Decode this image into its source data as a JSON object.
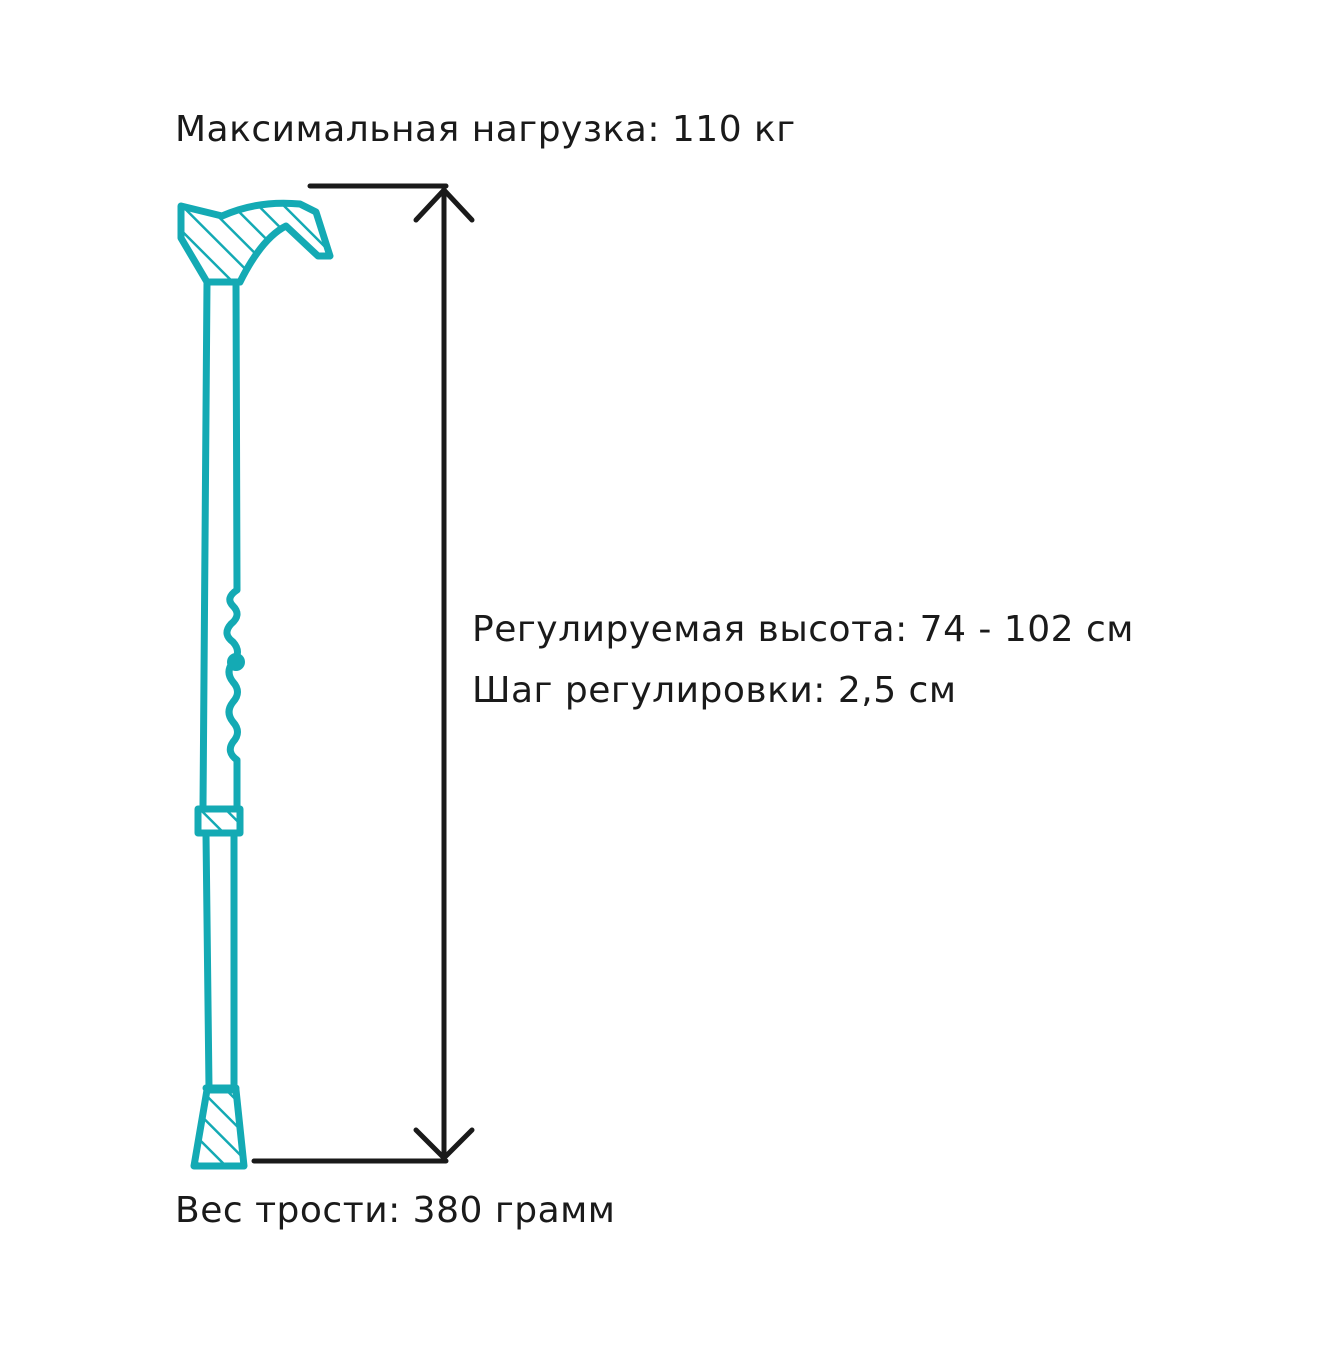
{
  "labels": {
    "max_load": "Максимальная нагрузка: 110 кг",
    "adjustable_height": "Регулируемая высота: 74 - 102 см",
    "adjustment_step": "Шаг регулировки: 2,5 см",
    "cane_weight": "Вес трости: 380 грамм"
  },
  "colors": {
    "cane": "#14aab4",
    "dimension": "#1a1a1a"
  }
}
